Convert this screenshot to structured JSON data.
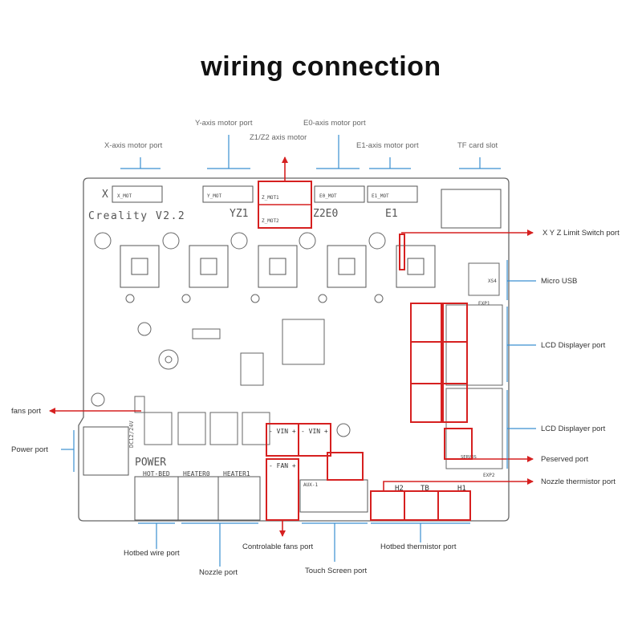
{
  "title": "wiring connection",
  "labels": {
    "x_motor": "X-axis motor port",
    "y_motor": "Y-axis motor port",
    "z_motor": "Z1/Z2 axis motor",
    "e0_motor": "E0-axis motor port",
    "e1_motor": "E1-axis motor port",
    "tf_card": "TF card slot",
    "limit_switch": "X Y Z Limit Switch port",
    "micro_usb": "Micro USB",
    "lcd1": "LCD Displayer port",
    "lcd2": "LCD Displayer port",
    "fans": "fans port",
    "power": "Power port",
    "reserved": "Peserved port",
    "nozzle_thermistor": "Nozzle thermistor port",
    "hotbed_wire": "Hotbed wire port",
    "nozzle": "Nozzle port",
    "controllable_fans": "Controlable fans port",
    "touch_screen": "Touch Screen port",
    "hotbed_thermistor": "Hotbed thermistor port"
  },
  "board": {
    "brand": "Creality V2.2",
    "axis_x": "X",
    "axis_yz1": "YZ1",
    "axis_z2e0": "Z2E0",
    "axis_e1": "E1",
    "power_label": "POWER",
    "dc_label": "DC12/24V",
    "vin1": "- VIN +",
    "vin2": "- VIN +",
    "fan_label": "- FAN +",
    "hotbed": "HOT-BED",
    "heater0": "HEATER0",
    "heater1": "HEATER1",
    "th_labels": [
      "H2",
      "TB",
      "H1"
    ],
    "conn_xmot": "X_MOT",
    "conn_ymot": "Y_MOT",
    "conn_zmot1": "Z_MOT1",
    "conn_zmot2": "Z_MOT2",
    "conn_e0mot": "E0_MOT",
    "conn_e1mot": "E1_MOT",
    "exp1": "EXP1",
    "exp2": "EXP2",
    "aux1": "AUX-1",
    "xs4": "XS4",
    "servos": "SERVOS"
  },
  "colors": {
    "highlight": "#d62020",
    "leader": "#3a8fd0",
    "board_line": "#555555"
  }
}
